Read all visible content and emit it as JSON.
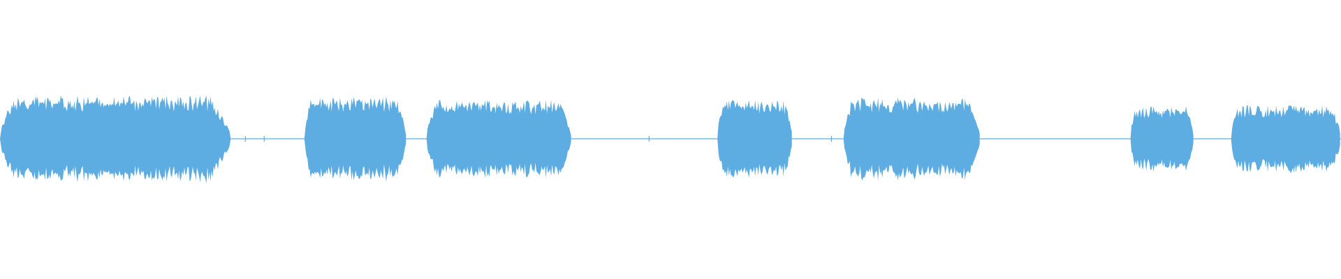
{
  "waveform": {
    "color": "#5dade2",
    "background": "#ffffff",
    "segments": [
      {
        "start": 0.0,
        "end": 0.172,
        "level": 0.8
      },
      {
        "start": 0.227,
        "end": 0.303,
        "level": 0.78
      },
      {
        "start": 0.318,
        "end": 0.426,
        "level": 0.72
      },
      {
        "start": 0.535,
        "end": 0.591,
        "level": 0.72
      },
      {
        "start": 0.629,
        "end": 0.731,
        "level": 0.76
      },
      {
        "start": 0.843,
        "end": 0.89,
        "level": 0.6
      },
      {
        "start": 0.918,
        "end": 1.0,
        "level": 0.62
      }
    ]
  }
}
